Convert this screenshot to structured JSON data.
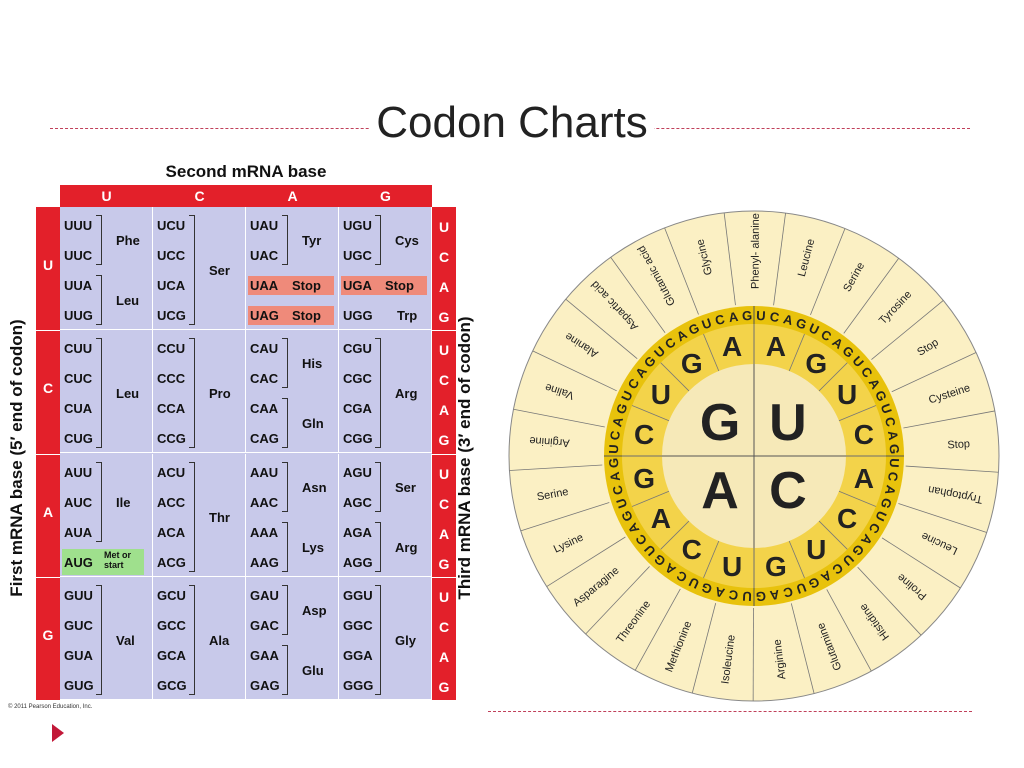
{
  "slide": {
    "title": "Codon Charts",
    "copyright": "© 2011 Pearson Education, Inc."
  },
  "table": {
    "second_base_label": "Second mRNA base",
    "first_base_label": "First mRNA base  (5′ end of codon)",
    "third_base_label": "Third mRNA base  (3′ end of codon)",
    "bases": [
      "U",
      "C",
      "A",
      "G"
    ],
    "rows": [
      [
        {
          "codons": [
            "UUU",
            "UUC",
            "UUA",
            "UUG"
          ],
          "groups": [
            {
              "label": "Phe",
              "span": [
                0,
                1
              ]
            },
            {
              "label": "Leu",
              "span": [
                2,
                3
              ]
            }
          ],
          "stops": [],
          "met": false
        },
        {
          "codons": [
            "UCU",
            "UCC",
            "UCA",
            "UCG"
          ],
          "groups": [
            {
              "label": "Ser",
              "span": [
                0,
                3
              ]
            }
          ],
          "stops": [],
          "met": false
        },
        {
          "codons": [
            "UAU",
            "UAC",
            "UAA",
            "UAG"
          ],
          "groups": [
            {
              "label": "Tyr",
              "span": [
                0,
                1
              ]
            }
          ],
          "stops": [
            2,
            3
          ],
          "met": false
        },
        {
          "codons": [
            "UGU",
            "UGC",
            "UGA",
            "UGG"
          ],
          "groups": [
            {
              "label": "Cys",
              "span": [
                0,
                1
              ]
            },
            {
              "label": "Trp",
              "span": [
                3,
                3
              ]
            }
          ],
          "stops": [
            2
          ],
          "met": false
        }
      ],
      [
        {
          "codons": [
            "CUU",
            "CUC",
            "CUA",
            "CUG"
          ],
          "groups": [
            {
              "label": "Leu",
              "span": [
                0,
                3
              ]
            }
          ],
          "stops": [],
          "met": false
        },
        {
          "codons": [
            "CCU",
            "CCC",
            "CCA",
            "CCG"
          ],
          "groups": [
            {
              "label": "Pro",
              "span": [
                0,
                3
              ]
            }
          ],
          "stops": [],
          "met": false
        },
        {
          "codons": [
            "CAU",
            "CAC",
            "CAA",
            "CAG"
          ],
          "groups": [
            {
              "label": "His",
              "span": [
                0,
                1
              ]
            },
            {
              "label": "Gln",
              "span": [
                2,
                3
              ]
            }
          ],
          "stops": [],
          "met": false
        },
        {
          "codons": [
            "CGU",
            "CGC",
            "CGA",
            "CGG"
          ],
          "groups": [
            {
              "label": "Arg",
              "span": [
                0,
                3
              ]
            }
          ],
          "stops": [],
          "met": false
        }
      ],
      [
        {
          "codons": [
            "AUU",
            "AUC",
            "AUA",
            "AUG"
          ],
          "groups": [
            {
              "label": "Ile",
              "span": [
                0,
                2
              ]
            }
          ],
          "stops": [],
          "met": true,
          "met_label": "Met or start"
        },
        {
          "codons": [
            "ACU",
            "ACC",
            "ACA",
            "ACG"
          ],
          "groups": [
            {
              "label": "Thr",
              "span": [
                0,
                3
              ]
            }
          ],
          "stops": [],
          "met": false
        },
        {
          "codons": [
            "AAU",
            "AAC",
            "AAA",
            "AAG"
          ],
          "groups": [
            {
              "label": "Asn",
              "span": [
                0,
                1
              ]
            },
            {
              "label": "Lys",
              "span": [
                2,
                3
              ]
            }
          ],
          "stops": [],
          "met": false
        },
        {
          "codons": [
            "AGU",
            "AGC",
            "AGA",
            "AGG"
          ],
          "groups": [
            {
              "label": "Ser",
              "span": [
                0,
                1
              ]
            },
            {
              "label": "Arg",
              "span": [
                2,
                3
              ]
            }
          ],
          "stops": [],
          "met": false
        }
      ],
      [
        {
          "codons": [
            "GUU",
            "GUC",
            "GUA",
            "GUG"
          ],
          "groups": [
            {
              "label": "Val",
              "span": [
                0,
                3
              ]
            }
          ],
          "stops": [],
          "met": false
        },
        {
          "codons": [
            "GCU",
            "GCC",
            "GCA",
            "GCG"
          ],
          "groups": [
            {
              "label": "Ala",
              "span": [
                0,
                3
              ]
            }
          ],
          "stops": [],
          "met": false
        },
        {
          "codons": [
            "GAU",
            "GAC",
            "GAA",
            "GAG"
          ],
          "groups": [
            {
              "label": "Asp",
              "span": [
                0,
                1
              ]
            },
            {
              "label": "Glu",
              "span": [
                2,
                3
              ]
            }
          ],
          "stops": [],
          "met": false
        },
        {
          "codons": [
            "GGU",
            "GGC",
            "GGA",
            "GGG"
          ],
          "groups": [
            {
              "label": "Gly",
              "span": [
                0,
                3
              ]
            }
          ],
          "stops": [],
          "met": false
        }
      ]
    ],
    "stop_label": "Stop"
  },
  "wheel": {
    "inner_bases": [
      "G",
      "U",
      "A",
      "C"
    ],
    "second_ring": [
      "A",
      "G",
      "U",
      "C",
      "A",
      "C",
      "U",
      "G",
      "U",
      "C",
      "A",
      "G",
      "C",
      "U",
      "G",
      "A"
    ],
    "third_ring": "UCAG",
    "amino_acids": [
      "Phenyl- alanine",
      "Leucine",
      "Serine",
      "Tyrosine",
      "Stop",
      "Cysteine",
      "Stop",
      "Tryptophan",
      "Leucine",
      "Proline",
      "Histidine",
      "Glutamine",
      "Arginine",
      "Isoleucine",
      "Methionine",
      "Threonine",
      "Asparagine",
      "Lysine",
      "Serine",
      "Arginine",
      "Valine",
      "Alanine",
      "Aspartic acid",
      "Glutamic acid",
      "Glycine"
    ]
  },
  "colors": {
    "red": "#e3202a",
    "grid": "#c8c9ea",
    "stop": "#ef8a7a",
    "met": "#9fe08d",
    "wheel_outer": "#fbf0c4",
    "wheel_ring": "#f3d34a",
    "wheel_band": "#e8c20c",
    "wheel_inner": "#f6e9b8",
    "accent": "#c21838"
  }
}
